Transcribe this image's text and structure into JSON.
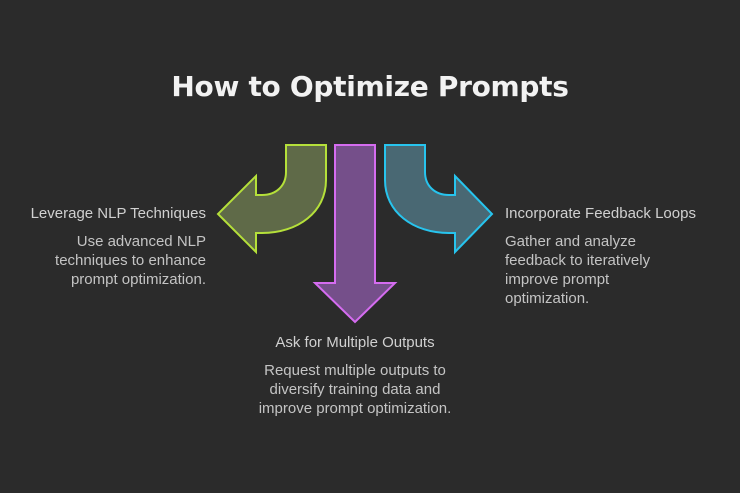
{
  "title": "How to Optimize Prompts",
  "colors": {
    "background": "#2b2b2b",
    "green_stroke": "#b5e03a",
    "green_fill": "#5f6a48",
    "purple_stroke": "#d56cf0",
    "purple_fill": "#754f8a",
    "blue_stroke": "#27c4ee",
    "blue_fill": "#496873"
  },
  "items": [
    {
      "id": "left",
      "arrow_icon": "curved-arrow-left-icon",
      "heading": "Leverage NLP Techniques",
      "description": "Use advanced NLP techniques to enhance prompt optimization."
    },
    {
      "id": "bottom",
      "arrow_icon": "arrow-down-icon",
      "heading": "Ask for Multiple Outputs",
      "description": "Request multiple outputs to diversify training data and improve prompt optimization."
    },
    {
      "id": "right",
      "arrow_icon": "curved-arrow-right-icon",
      "heading": "Incorporate Feedback Loops",
      "description": "Gather and analyze feedback to iteratively improve prompt optimization."
    }
  ]
}
